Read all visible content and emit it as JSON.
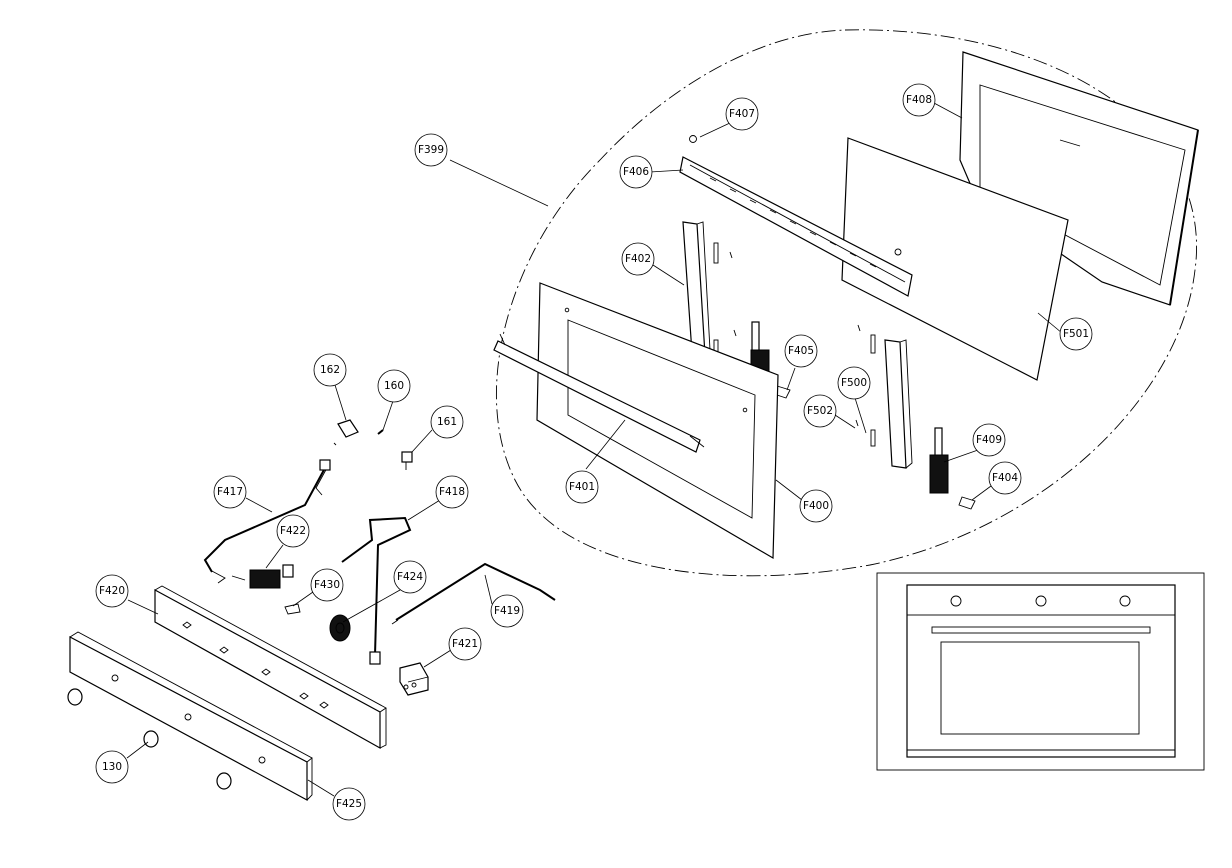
{
  "callouts": [
    {
      "id": "F399",
      "label": "F399"
    },
    {
      "id": "F406",
      "label": "F406"
    },
    {
      "id": "F407",
      "label": "F407"
    },
    {
      "id": "F408",
      "label": "F408"
    },
    {
      "id": "F402",
      "label": "F402"
    },
    {
      "id": "F501",
      "label": "F501"
    },
    {
      "id": "F405",
      "label": "F405"
    },
    {
      "id": "F500",
      "label": "F500"
    },
    {
      "id": "F502",
      "label": "F502"
    },
    {
      "id": "F409",
      "label": "F409"
    },
    {
      "id": "F404",
      "label": "F404"
    },
    {
      "id": "F401",
      "label": "F401"
    },
    {
      "id": "F400",
      "label": "F400"
    },
    {
      "id": "162",
      "label": "162"
    },
    {
      "id": "160",
      "label": "160"
    },
    {
      "id": "161",
      "label": "161"
    },
    {
      "id": "F417",
      "label": "F417"
    },
    {
      "id": "F418",
      "label": "F418"
    },
    {
      "id": "F422",
      "label": "F422"
    },
    {
      "id": "F430",
      "label": "F430"
    },
    {
      "id": "F424",
      "label": "F424"
    },
    {
      "id": "F419",
      "label": "F419"
    },
    {
      "id": "F420",
      "label": "F420"
    },
    {
      "id": "F421",
      "label": "F421"
    },
    {
      "id": "130",
      "label": "130"
    },
    {
      "id": "F425",
      "label": "F425"
    }
  ]
}
